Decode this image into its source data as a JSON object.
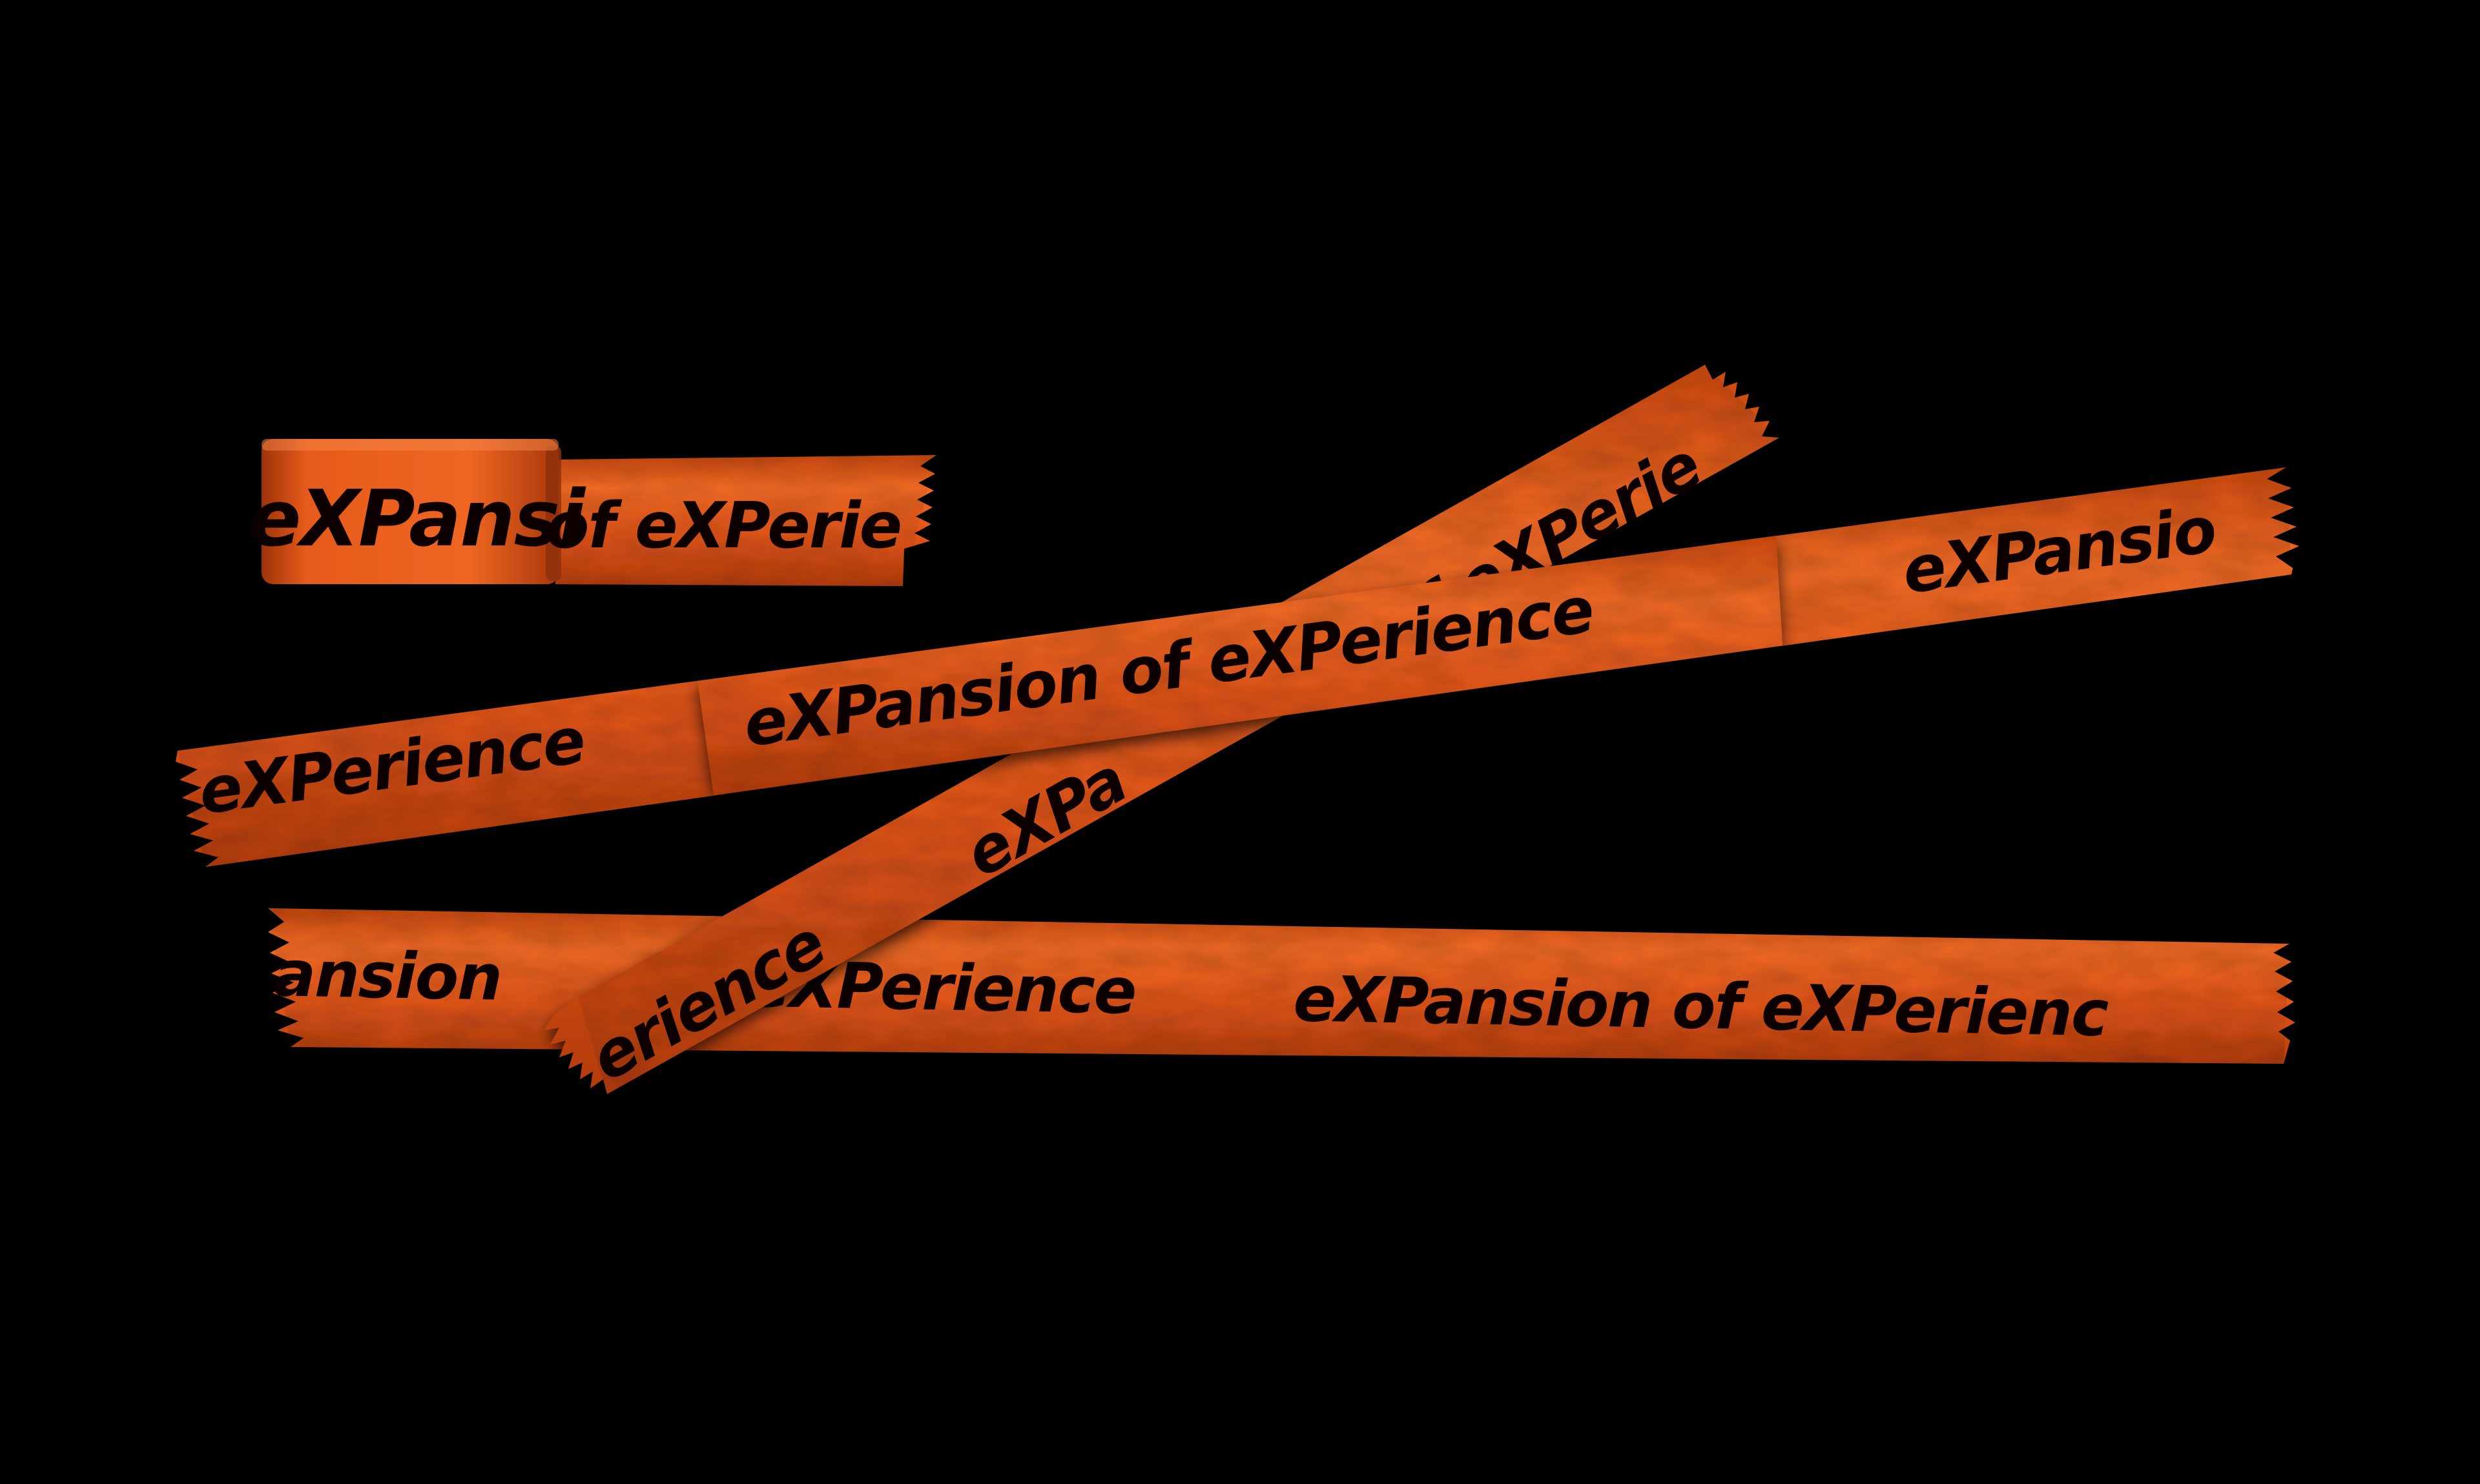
{
  "colors": {
    "background": "#000000",
    "tape_base": "#e2561a",
    "tape_light": "#f06a25",
    "tape_dark": "#b8400f",
    "tape_ink": "#0a0300"
  },
  "tape_roll": {
    "roll_text": "eXPansi",
    "strip_text": "of eXPerie"
  },
  "tapes": {
    "upper_strip": {
      "left_text": "eXPerience",
      "middle_text": "eXPansion of eXPerience",
      "right_text": "eXPansio"
    },
    "diagonal_strip": {
      "lower_text": "erience",
      "middle_text": "eXPa",
      "upper_text": "of eXPerie"
    },
    "lower_strip": {
      "left_text": "ansion",
      "middle_text": "eXPerience",
      "right_text": "eXPansion of eXPerienc"
    }
  }
}
